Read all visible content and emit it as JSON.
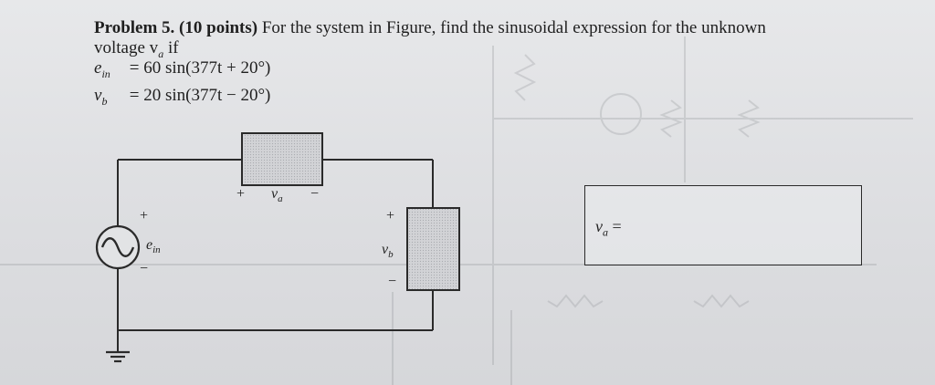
{
  "problem": {
    "heading": "Problem 5. (10 points)",
    "text_line1": " For the system in Figure, find the sinusoidal expression for the unknown",
    "text_line2": "voltage v",
    "text_line2_sub": "a",
    "text_line2_end": " if"
  },
  "equations": [
    {
      "lhs": "e",
      "sub": "in",
      "rhs": " = 60 sin(377t + 20°)"
    },
    {
      "lhs": "v",
      "sub": "b",
      "rhs": " = 20 sin(377t − 20°)"
    }
  ],
  "circuit": {
    "va_plus": "+",
    "va_label": "v",
    "va_sub": "a",
    "va_minus": "−",
    "source_plus": "+",
    "source_minus": "−",
    "source_label": "e",
    "source_sub": "in",
    "vb_plus": "+",
    "vb_label": "v",
    "vb_sub": "b",
    "vb_minus": "−"
  },
  "answer": {
    "label": "v",
    "label_sub": "a",
    "equals": " ="
  },
  "colors": {
    "background": "#dcdde0",
    "ink": "#1f1f1f",
    "component_fill": "#cfd0d3"
  }
}
